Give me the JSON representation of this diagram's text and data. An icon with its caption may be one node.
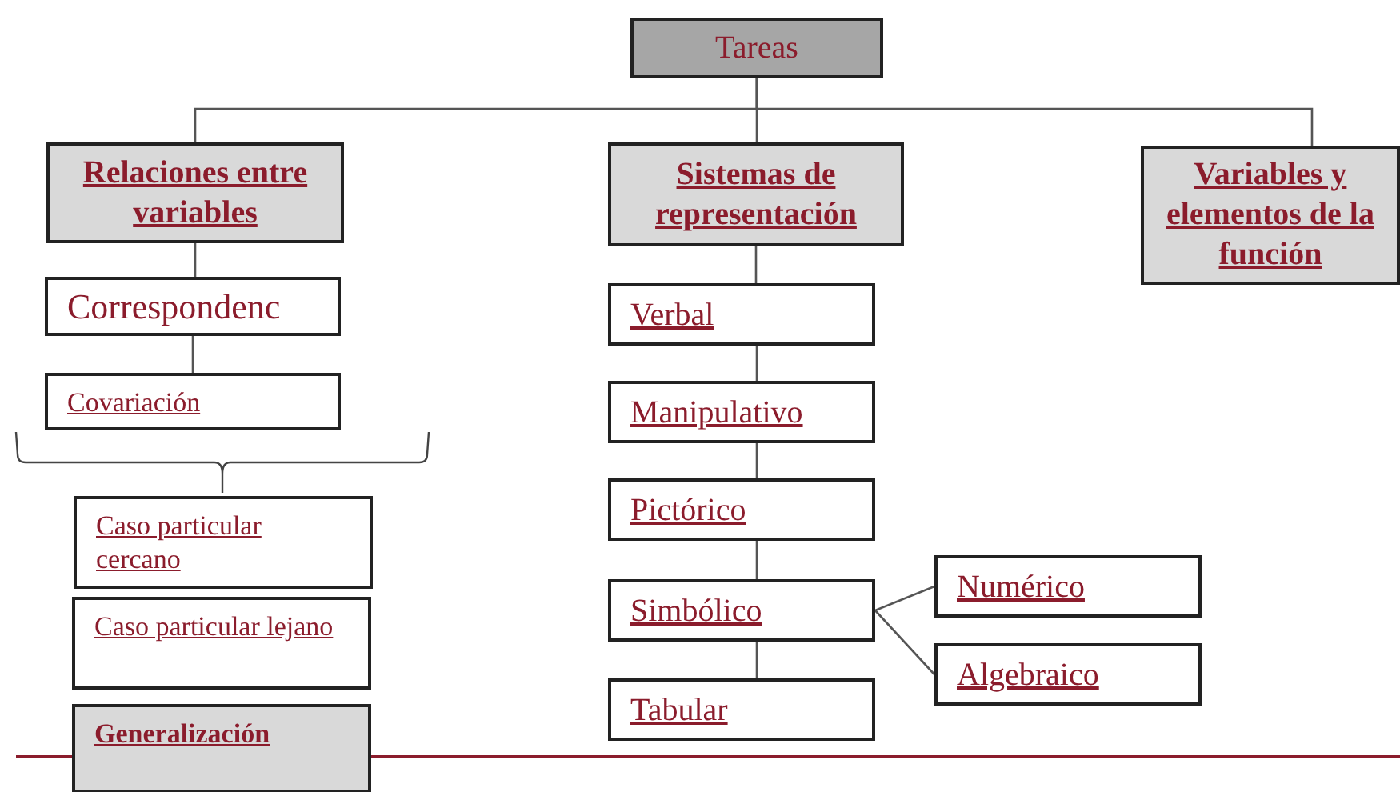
{
  "diagram": {
    "nodes": [
      {
        "text": [
          "Tareas"
        ]
      },
      {
        "text": [
          "Relaciones entre variables"
        ]
      },
      {
        "text": [
          "Sistemas de representación"
        ]
      },
      {
        "text": [
          "Variables y elementos de la función"
        ]
      },
      {
        "text": [
          "Correspondenc"
        ]
      },
      {
        "text": [
          "Covariación"
        ]
      },
      {
        "text": [
          "Caso particular cercano"
        ]
      },
      {
        "text": [
          "Caso particular lejano"
        ]
      },
      {
        "text": [
          "Generalización"
        ]
      },
      {
        "text": [
          "Verbal"
        ]
      },
      {
        "text": [
          "Manipulativo"
        ]
      },
      {
        "text": [
          "Pictórico"
        ]
      },
      {
        "text": [
          "Simbólico"
        ]
      },
      {
        "text": [
          "Numérico"
        ]
      },
      {
        "text": [
          "Algebraico"
        ]
      },
      {
        "text": [
          "Tabular"
        ]
      }
    ],
    "edges": [
      {
        "from": 0,
        "to": 1,
        "arrow": "none"
      },
      {
        "from": 0,
        "to": 2,
        "arrow": "none"
      },
      {
        "from": 0,
        "to": 3,
        "arrow": "none"
      },
      {
        "from": 1,
        "to": 4,
        "arrow": "none"
      },
      {
        "from": 4,
        "to": 5,
        "arrow": "none"
      },
      {
        "from": 2,
        "to": 9,
        "arrow": "none"
      },
      {
        "from": 9,
        "to": 10,
        "arrow": "none"
      },
      {
        "from": 10,
        "to": 11,
        "arrow": "none"
      },
      {
        "from": 11,
        "to": 12,
        "arrow": "none"
      },
      {
        "from": 12,
        "to": 15,
        "arrow": "none"
      },
      {
        "from": 12,
        "to": 13,
        "arrow": "none"
      },
      {
        "from": 12,
        "to": 14,
        "arrow": "none"
      }
    ]
  }
}
